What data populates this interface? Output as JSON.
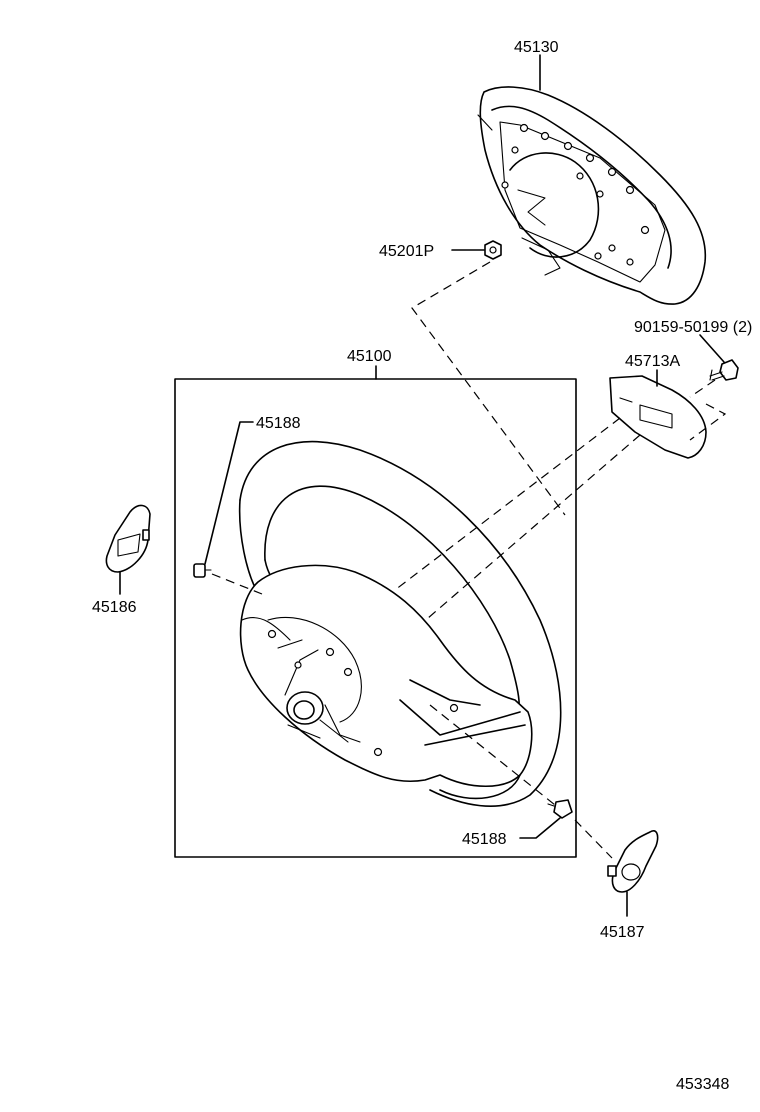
{
  "parts": {
    "pad_cover": "45130",
    "nut": "45201P",
    "screw": "90159-50199 (2)",
    "ornament": "45713A",
    "wheel_assembly": "45100",
    "cap_upper": "45188",
    "cover_left": "45186",
    "cap_lower": "45188",
    "cover_right": "45187"
  },
  "figure_code": "453348"
}
